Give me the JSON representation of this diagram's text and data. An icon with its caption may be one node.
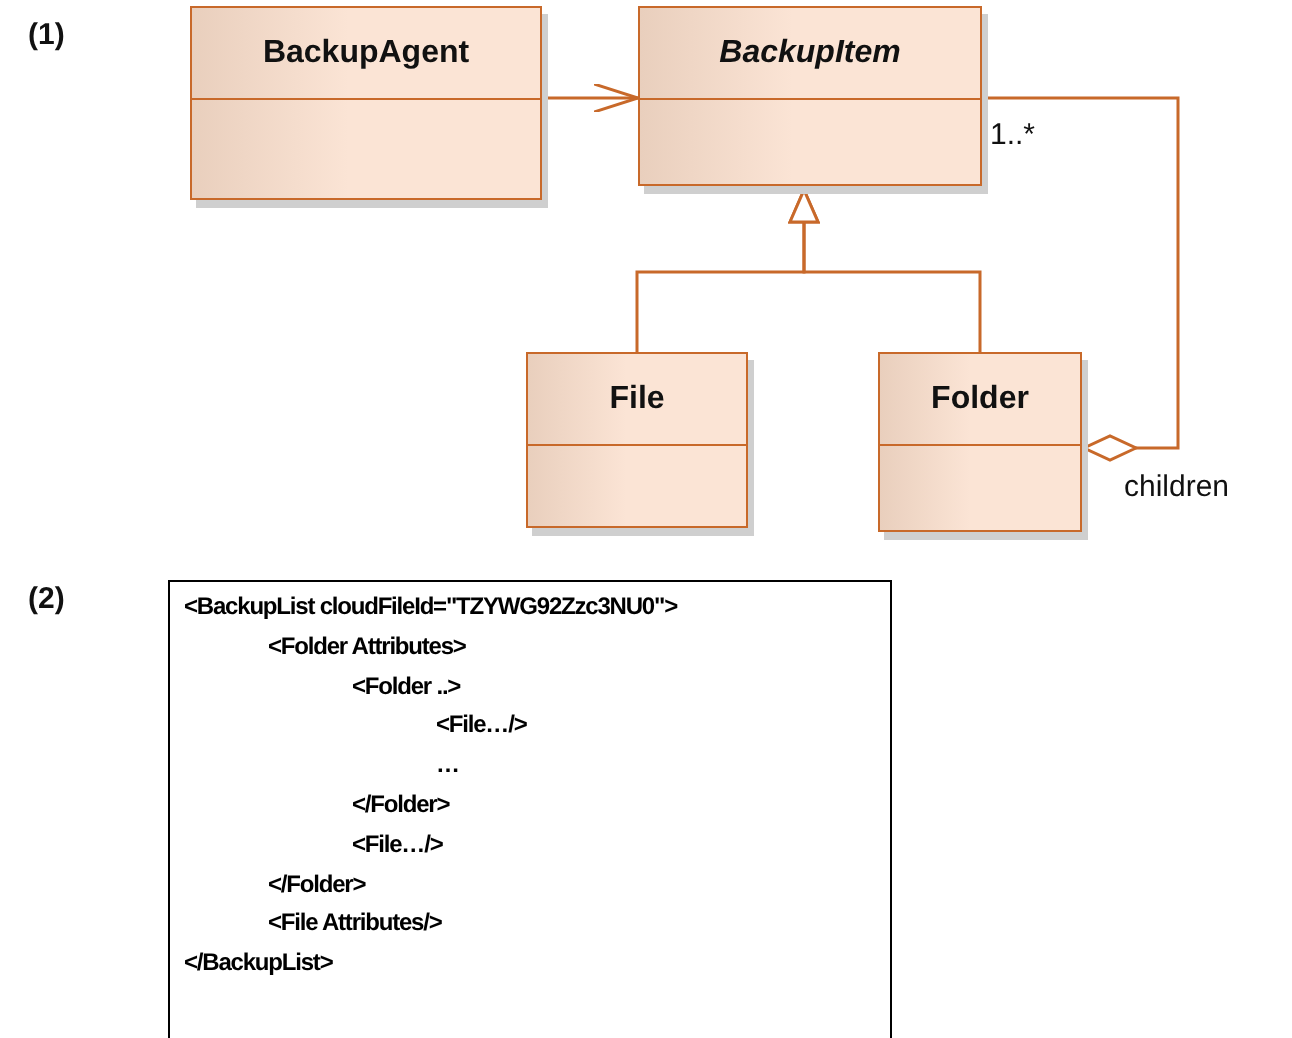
{
  "diagram": {
    "nodes": [
      {
        "text": [
          "BackupAgent"
        ]
      },
      {
        "text": [
          "BackupItem"
        ]
      },
      {
        "text": [
          "File"
        ]
      },
      {
        "text": [
          "Folder"
        ]
      },
      {
        "text": [
          "<BackupList cloudFileId=\"TZYWG92Zzc3NU0\">",
          "<Folder Attributes>",
          "<Folder ..>",
          "<File…/>",
          "…",
          "</Folder>",
          "<File…/>",
          "</Folder>",
          "<File Attributes/>",
          "</BackupList>"
        ]
      }
    ],
    "edges": [
      {
        "from": 0,
        "to": 1,
        "arrow": "to"
      },
      {
        "from": 2,
        "to": 1,
        "arrow": "to"
      },
      {
        "from": 3,
        "to": 1,
        "arrow": "to"
      },
      {
        "from": 1,
        "to": 3,
        "arrow": "other"
      }
    ],
    "labels": [
      "(1)",
      "1..*",
      "children",
      "(2)"
    ]
  }
}
